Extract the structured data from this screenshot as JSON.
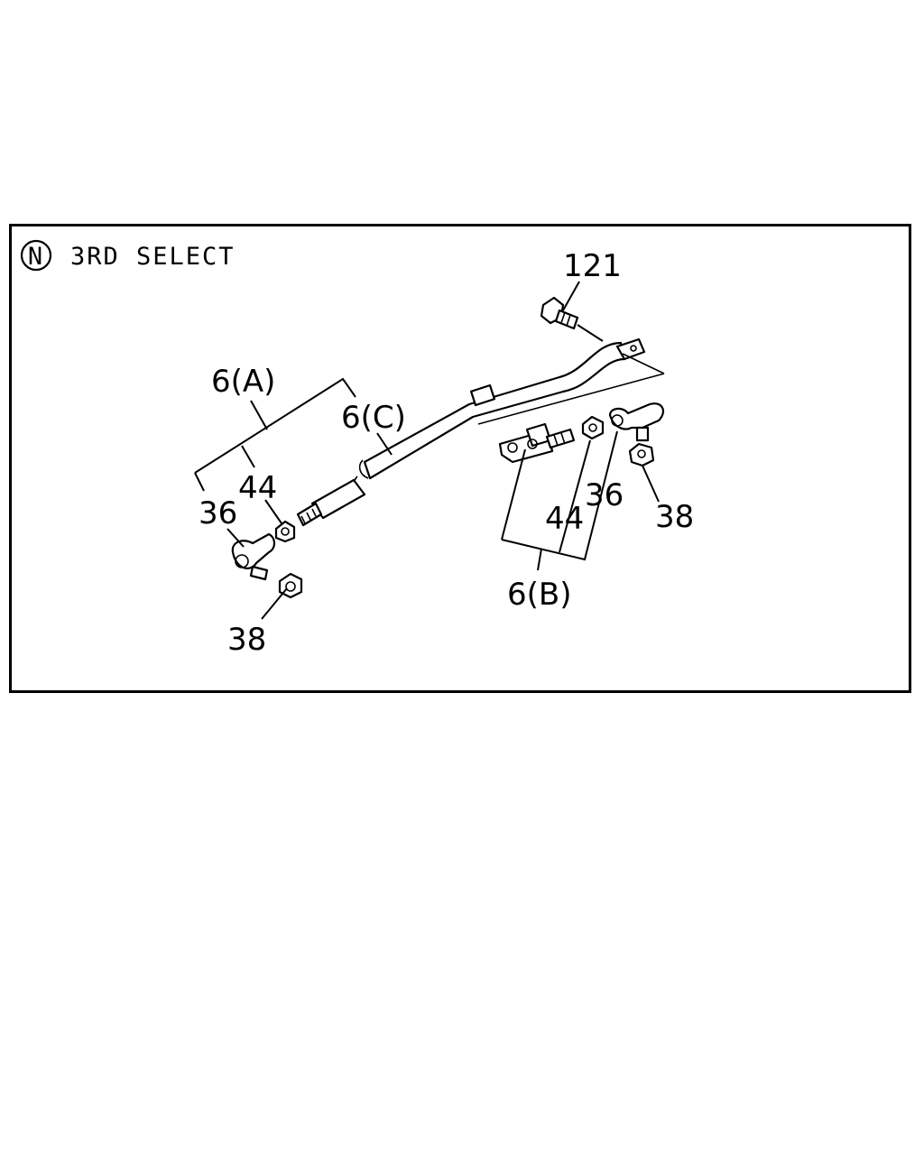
{
  "header": {
    "badge_letter": "N",
    "title": "3RD SELECT"
  },
  "callouts": {
    "bolt_121": "121",
    "assembly_6a": "6(A)",
    "cable_6c": "6(C)",
    "nut_44_left": "44",
    "joint_36_left": "36",
    "nut_38_left": "38",
    "nut_44_right": "44",
    "joint_36_right": "36",
    "nut_38_right": "38",
    "assembly_6b": "6(B)"
  }
}
